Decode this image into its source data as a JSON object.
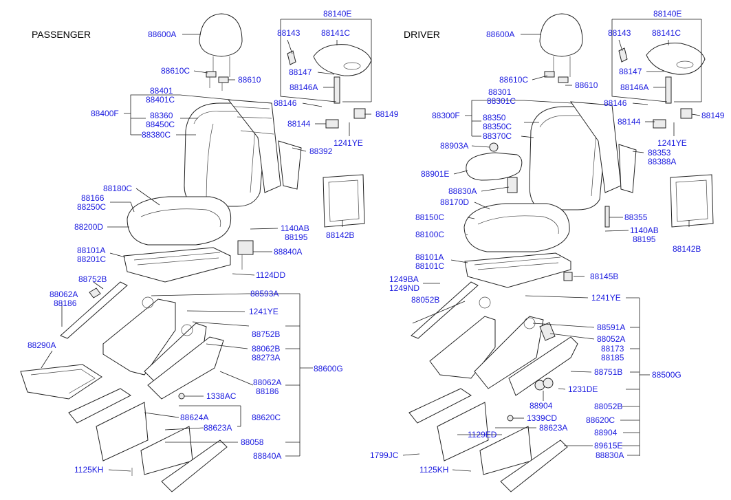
{
  "sections": {
    "passenger": "PASSENGER",
    "driver": "DRIVER"
  },
  "labels": {
    "p_88600A": "88600A",
    "p_88610C": "88610C",
    "p_88610": "88610",
    "p_88401": "88401",
    "p_88401C": "88401C",
    "p_88400F": "88400F",
    "p_88360": "88360",
    "p_88450C": "88450C",
    "p_88380C": "88380C",
    "p_88140E": "88140E",
    "p_88143": "88143",
    "p_88141C": "88141C",
    "p_88147": "88147",
    "p_88146A": "88146A",
    "p_88146": "88146",
    "p_88149": "88149",
    "p_88144": "88144",
    "p_1241YE_a": "1241YE",
    "p_88392": "88392",
    "p_88180C": "88180C",
    "p_88166": "88166",
    "p_88250C": "88250C",
    "p_88200D": "88200D",
    "p_88142B": "88142B",
    "p_1140AB": "1140AB",
    "p_88195": "88195",
    "p_88840A_a": "88840A",
    "p_88101A": "88101A",
    "p_88201C": "88201C",
    "p_1124DD": "1124DD",
    "p_88752B_a": "88752B",
    "p_88062A_a": "88062A",
    "p_88186_a": "88186",
    "p_88593A": "88593A",
    "p_1241YE_b": "1241YE",
    "p_88752B_b": "88752B",
    "p_88290A": "88290A",
    "p_88062B": "88062B",
    "p_88273A": "88273A",
    "p_88600G": "88600G",
    "p_88062A_b": "88062A",
    "p_88186_b": "88186",
    "p_1338AC": "1338AC",
    "p_88624A": "88624A",
    "p_88620C": "88620C",
    "p_88623A": "88623A",
    "p_88058": "88058",
    "p_88840A_b": "88840A",
    "p_1125KH": "1125KH",
    "d_88600A": "88600A",
    "d_88610C": "88610C",
    "d_88610": "88610",
    "d_88301": "88301",
    "d_88301C": "88301C",
    "d_88300F": "88300F",
    "d_88350": "88350",
    "d_88350C": "88350C",
    "d_88370C": "88370C",
    "d_88140E": "88140E",
    "d_88143": "88143",
    "d_88141C": "88141C",
    "d_88147": "88147",
    "d_88146A": "88146A",
    "d_88146": "88146",
    "d_88149": "88149",
    "d_88144": "88144",
    "d_1241YE_a": "1241YE",
    "d_88903A": "88903A",
    "d_88353": "88353",
    "d_88388A": "88388A",
    "d_88901E": "88901E",
    "d_88830A_a": "88830A",
    "d_88170D": "88170D",
    "d_88355": "88355",
    "d_88150C": "88150C",
    "d_88100C": "88100C",
    "d_1140AB": "1140AB",
    "d_88195": "88195",
    "d_88142B": "88142B",
    "d_88101A": "88101A",
    "d_88101C": "88101C",
    "d_88145B": "88145B",
    "d_1249BA": "1249BA",
    "d_1249ND": "1249ND",
    "d_88052B_a": "88052B",
    "d_1241YE_b": "1241YE",
    "d_88591A": "88591A",
    "d_88052A": "88052A",
    "d_88173": "88173",
    "d_88185": "88185",
    "d_88751B": "88751B",
    "d_88500G": "88500G",
    "d_1231DE": "1231DE",
    "d_88904_a": "88904",
    "d_88052B_b": "88052B",
    "d_1339CD": "1339CD",
    "d_88620C": "88620C",
    "d_88623A": "88623A",
    "d_88904_b": "88904",
    "d_1129ED": "1129ED",
    "d_89615E": "89615E",
    "d_1799JC": "1799JC",
    "d_88830A_b": "88830A",
    "d_1125KH": "1125KH"
  }
}
